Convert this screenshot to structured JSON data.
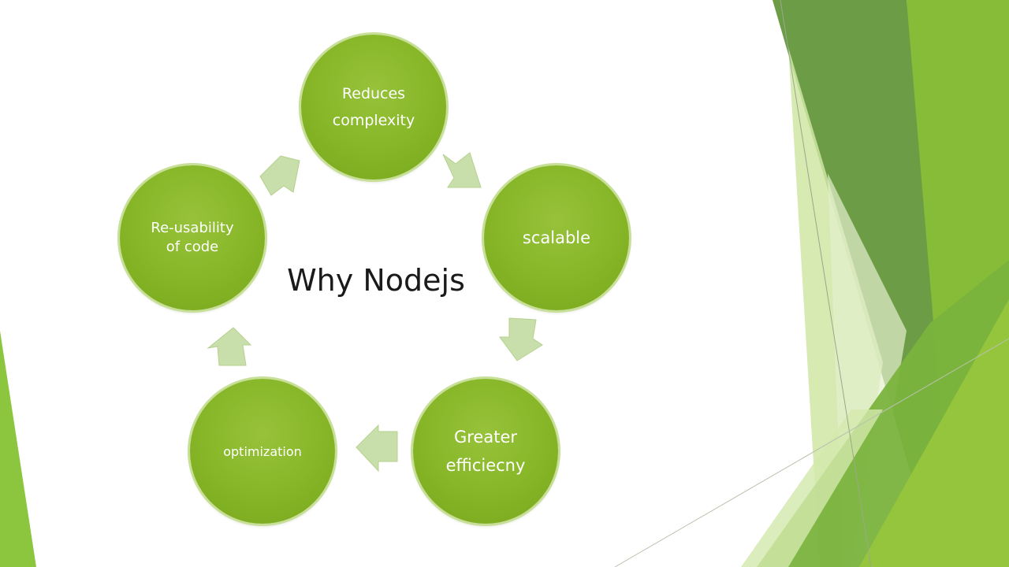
{
  "diagram": {
    "title": "Why Nodejs",
    "nodes": [
      {
        "id": "reduces",
        "lines": [
          "Reduces",
          "complexity"
        ]
      },
      {
        "id": "scalable",
        "lines": [
          "scalable"
        ]
      },
      {
        "id": "greater",
        "lines": [
          "Greater",
          "efficiecny"
        ]
      },
      {
        "id": "optimization",
        "lines": [
          "optimization"
        ]
      },
      {
        "id": "reuse",
        "lines": [
          "Re-usability",
          "of code"
        ]
      }
    ],
    "colors": {
      "node_fill": "#86b627",
      "node_ring": "#c7df97",
      "arrow_fill": "#c9dfab",
      "accent_dark": "#5f9536",
      "accent_light": "#8cc63f"
    }
  }
}
